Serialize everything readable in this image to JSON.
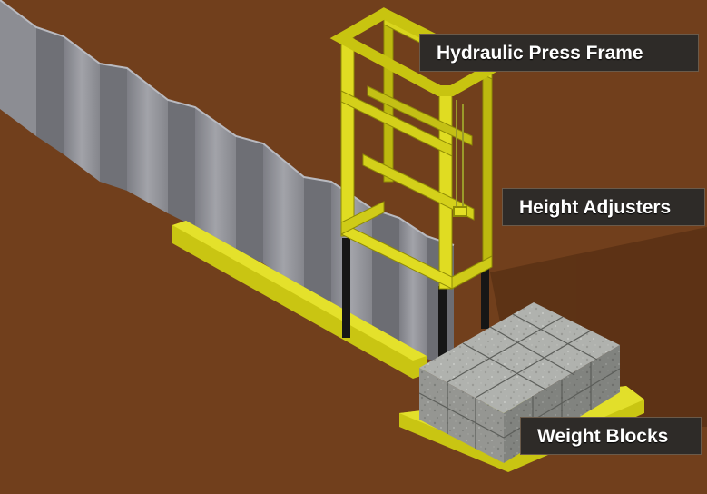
{
  "labels": {
    "press_frame": "Hydraulic Press Frame",
    "height_adjusters": "Height Adjusters",
    "weight_blocks": "Weight Blocks"
  },
  "colors": {
    "ground": "#713f1c",
    "sheet_pile": "#8f9096",
    "frame": "#d7d41a",
    "concrete": "#a9aba6",
    "label_background": "#2e2b28"
  }
}
